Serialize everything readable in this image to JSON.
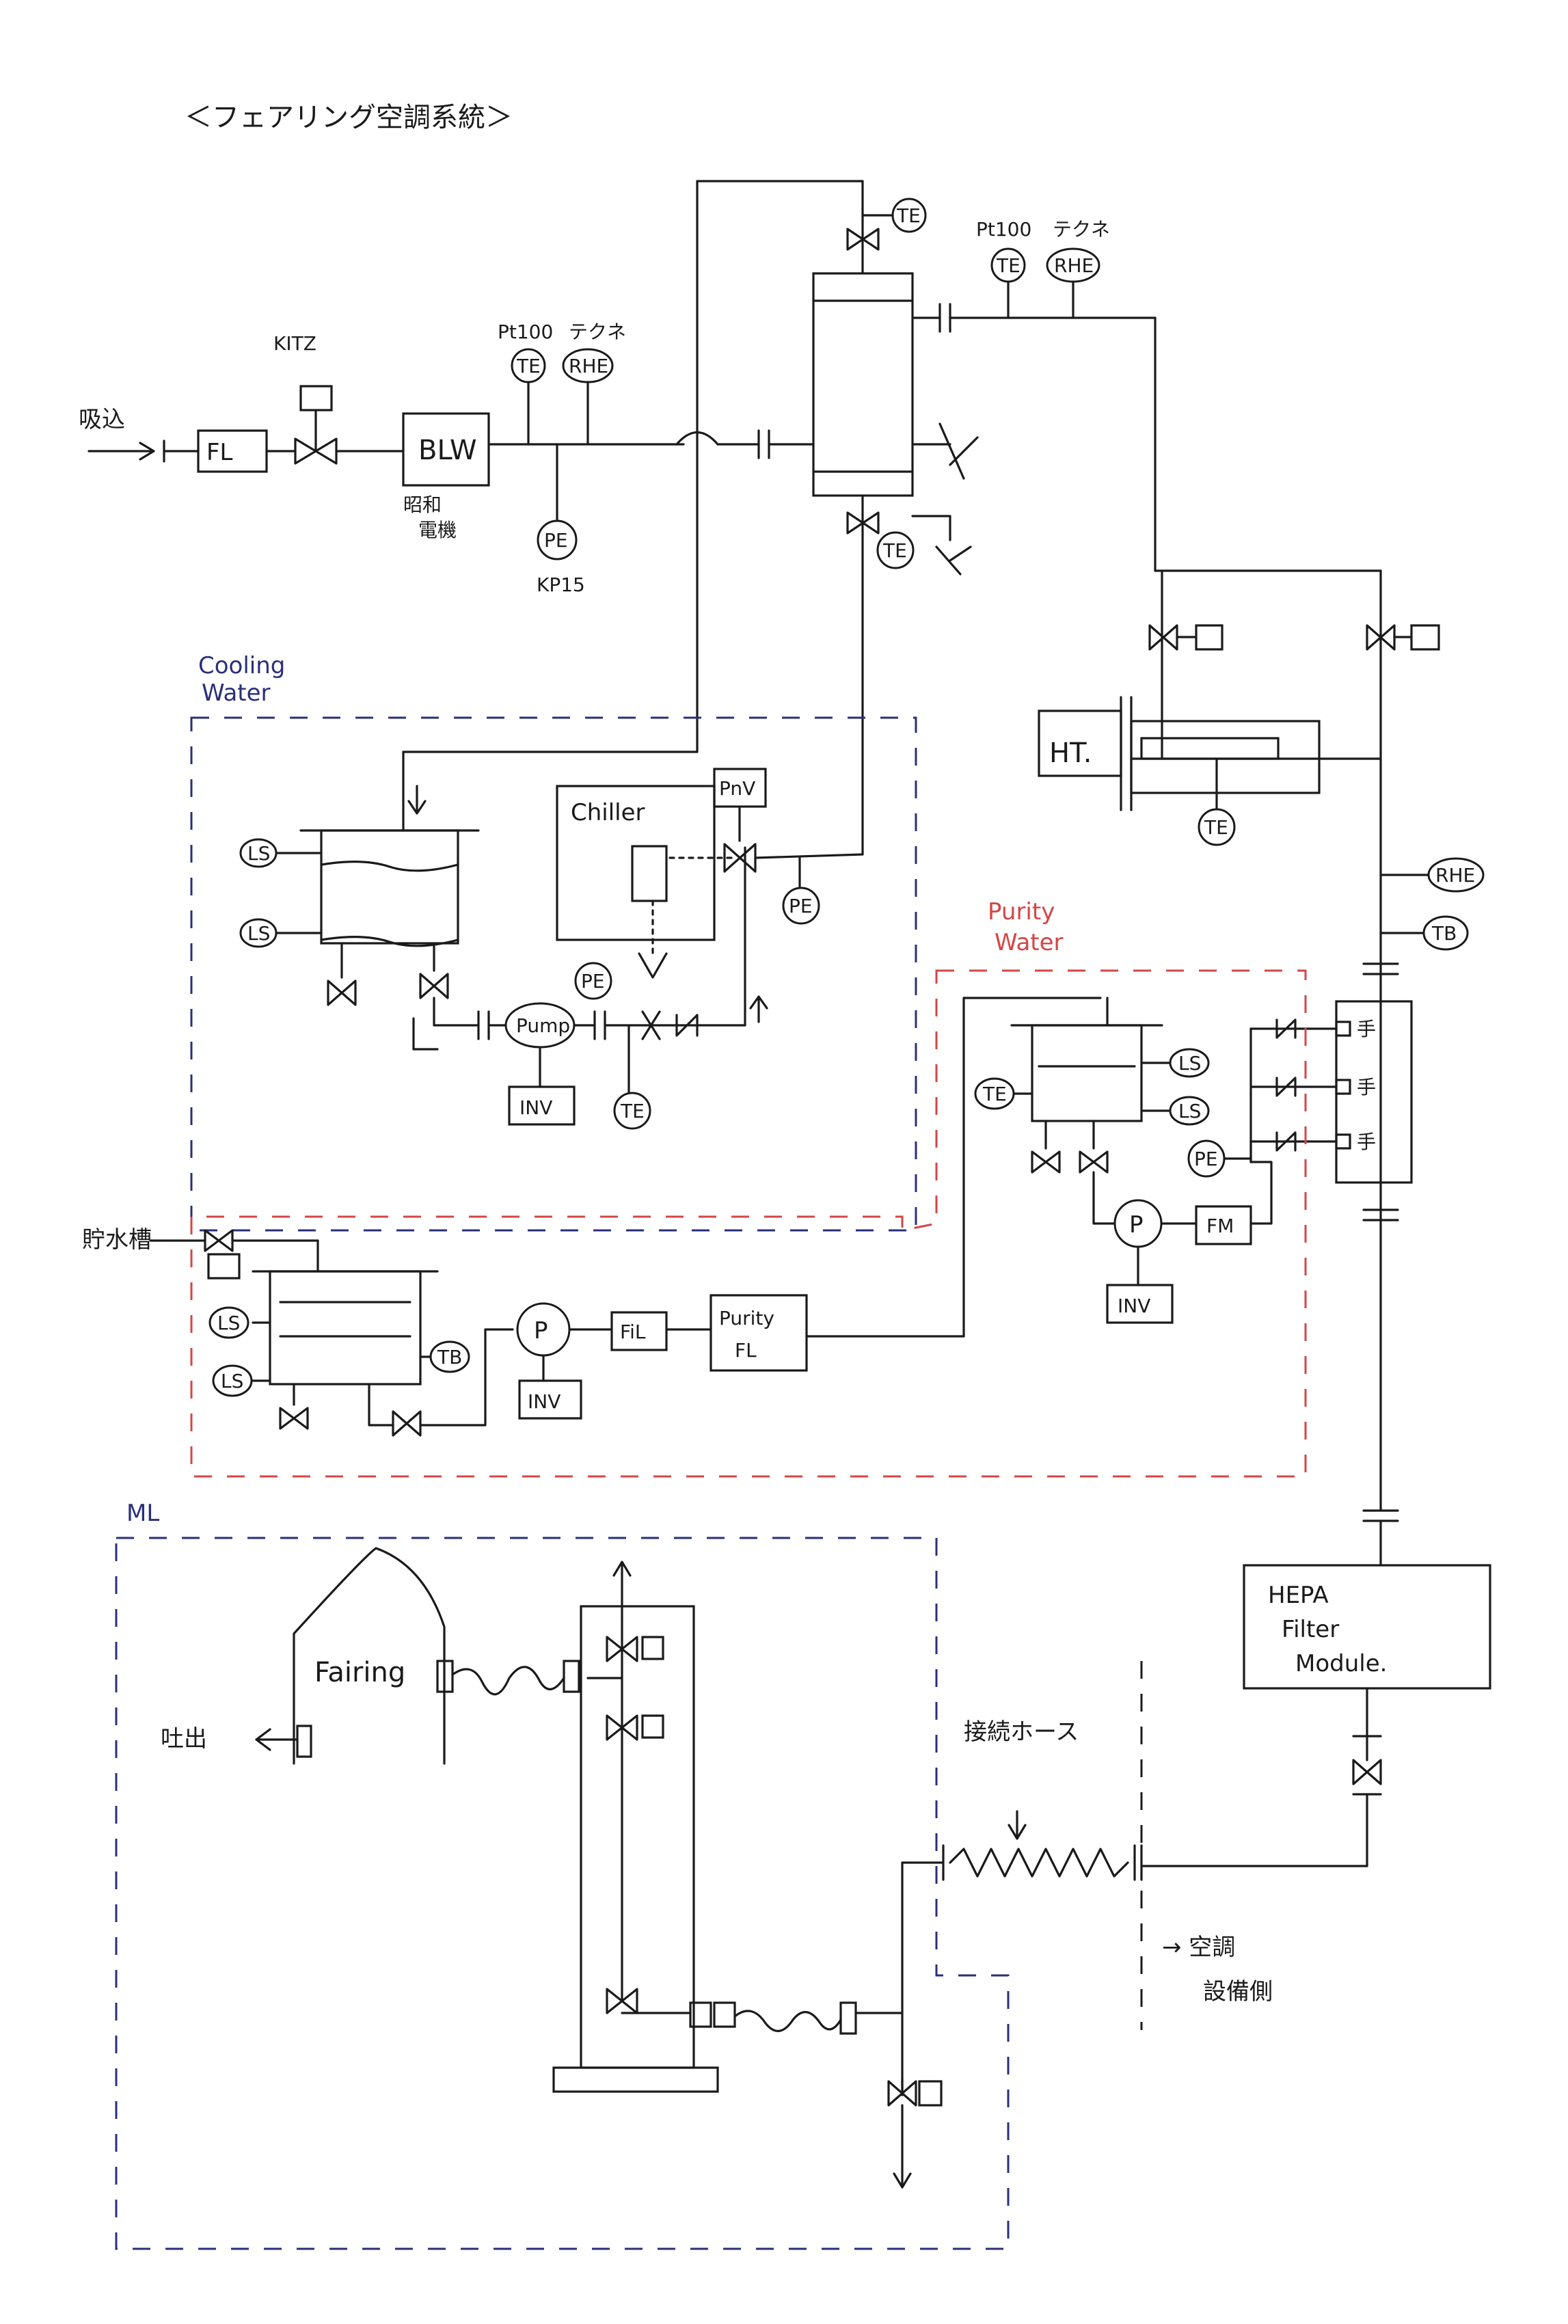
{
  "title": "＜フェアリング空調系統＞",
  "intake": {
    "label": "吸込"
  },
  "valve_maker": "KITZ",
  "blower": {
    "label": "BLW",
    "maker_line1": "昭和",
    "maker_line2": "電機"
  },
  "filter_in": "FL",
  "sensors": {
    "te": "TE",
    "rhe": "RHE",
    "pe": "PE",
    "ls": "LS",
    "pt100": "Pt100",
    "tekune": "テクネ",
    "kp15": "KP15",
    "te_alt": "TB"
  },
  "cooling_water": {
    "line1": "Cooling",
    "line2": "Water"
  },
  "chiller": {
    "label": "Chiller",
    "valve": "PnV"
  },
  "pump": {
    "label": "Pump",
    "p": "P"
  },
  "inv": "INV",
  "purity_water": {
    "line1": "Purity",
    "line2": "Water"
  },
  "fm": "FM",
  "water_storage": "貯水槽",
  "filter_fl": "FiL",
  "purity_filter": {
    "line1": "Purity",
    "line2": "FL"
  },
  "heater": "HT.",
  "ml": "ML",
  "fairing": "Fairing",
  "discharge": "吐出",
  "hepa": {
    "line1": "HEPA",
    "line2": "Filter",
    "line3": "Module."
  },
  "hose": "接続ホース",
  "to_hvac": {
    "line1": "→ 空調",
    "line2": "設備側"
  },
  "te_hand": "手"
}
